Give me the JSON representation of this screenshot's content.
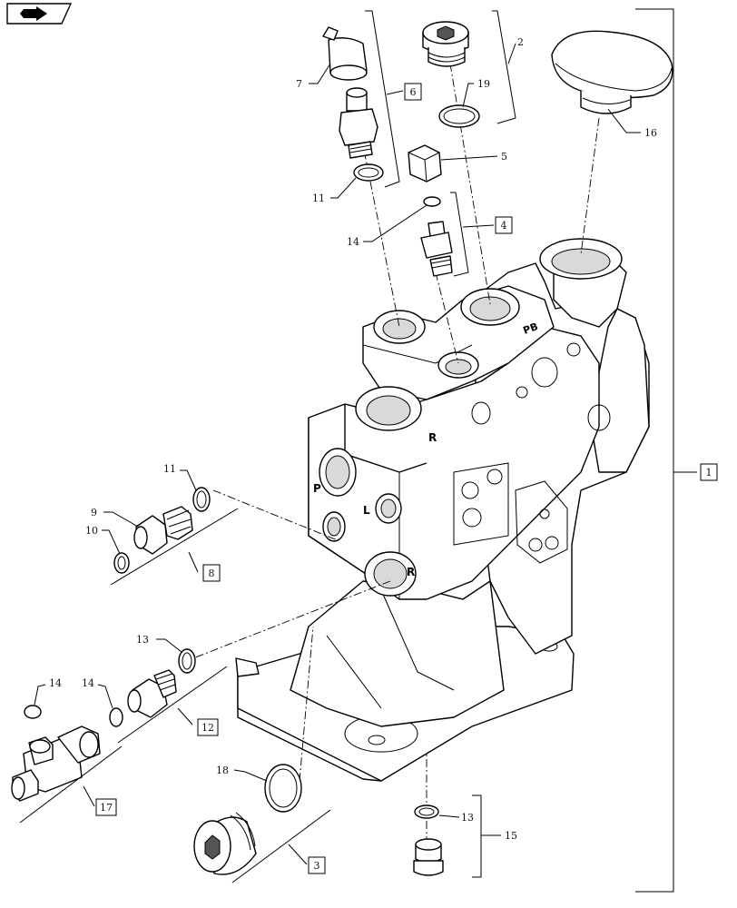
{
  "callouts": {
    "c1": "1",
    "c2": "2",
    "c3": "3",
    "c4": "4",
    "c5": "5",
    "c6": "6",
    "c7": "7",
    "c8": "8",
    "c9": "9",
    "c10": "10",
    "c11a": "11",
    "c11b": "11",
    "c12": "12",
    "c13a": "13",
    "c13b": "13",
    "c14a": "14",
    "c14b": "14",
    "c14c": "14",
    "c15": "15",
    "c16": "16",
    "c17": "17",
    "c18": "18",
    "c19": "19"
  },
  "port_marks": {
    "pb": "PB",
    "r1": "R",
    "p": "P",
    "l": "L",
    "r2": "R"
  },
  "icons": {
    "nav": "arrow-right-icon"
  }
}
